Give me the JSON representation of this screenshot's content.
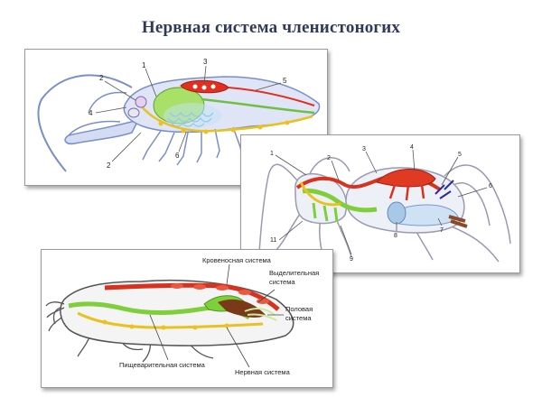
{
  "title": "Нервная система членистоногих",
  "panel1": {
    "labels": [
      "1",
      "2",
      "3",
      "4",
      "5",
      "2",
      "6"
    ]
  },
  "panel2": {
    "labels": [
      "1",
      "2",
      "3",
      "4",
      "5",
      "6",
      "11",
      "9",
      "8",
      "7"
    ]
  },
  "panel3": {
    "circulatory": "Кровеносная система",
    "excretory_1": "Выделительная",
    "excretory_2": "система",
    "reproductive_1": "Половая",
    "reproductive_2": "система",
    "digestive": "Пищеварительная система",
    "nervous": "Нервная система"
  },
  "colors": {
    "nervous": "#e8c21e",
    "circulatory": "#d8321e",
    "digestive": "#7fcf3a",
    "excretory": "#8ec6e8",
    "reproductive": "#7a3a1a",
    "outline": "#7a8fc8"
  }
}
